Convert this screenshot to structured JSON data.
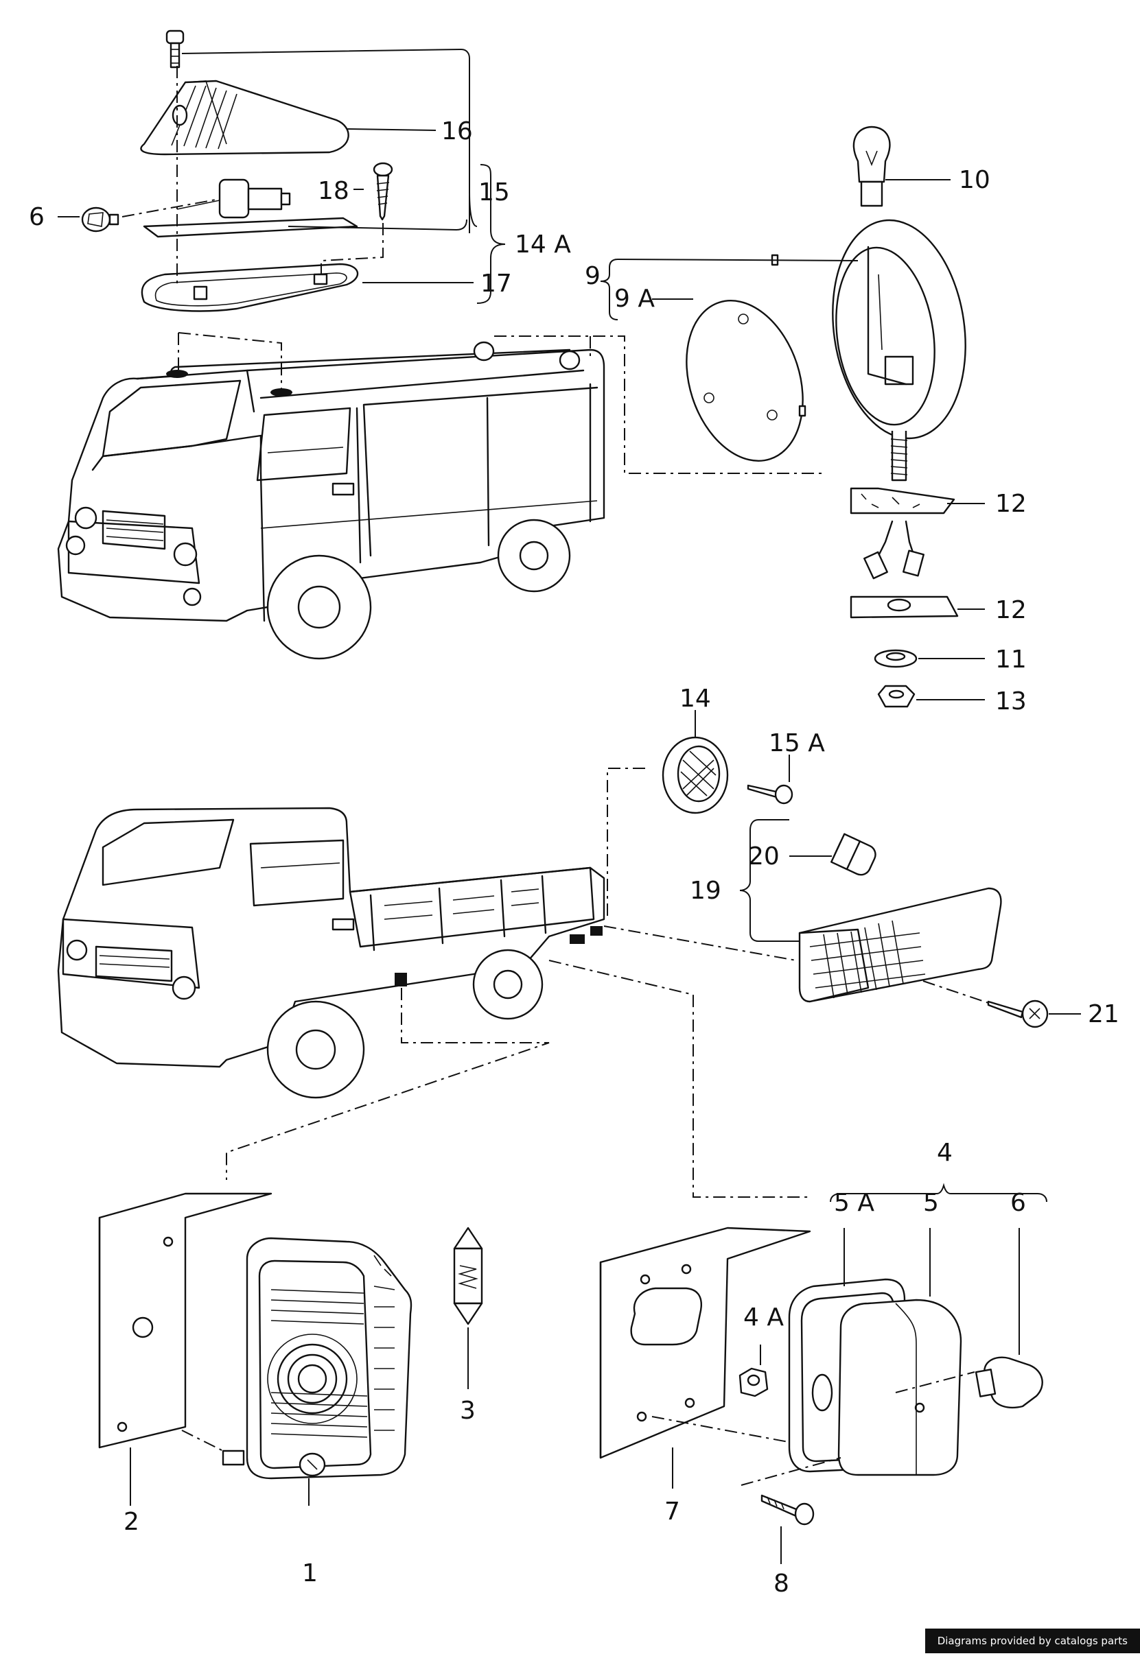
{
  "callouts": {
    "c16": "16",
    "c18": "18",
    "c15": "15",
    "c6a": "6",
    "c14A": "14 A",
    "c17": "17",
    "c10": "10",
    "c9": "9",
    "c9A": "9 A",
    "c12a": "12",
    "c12b": "12",
    "c11": "11",
    "c13": "13",
    "c14": "14",
    "c15A": "15 A",
    "c20": "20",
    "c19": "19",
    "c21": "21",
    "c4": "4",
    "c5A": "5 A",
    "c5": "5",
    "c6b": "6",
    "c4A": "4 A",
    "c3": "3",
    "c2": "2",
    "c1": "1",
    "c7": "7",
    "c8": "8"
  },
  "credit": "Diagrams provided by catalogs parts"
}
